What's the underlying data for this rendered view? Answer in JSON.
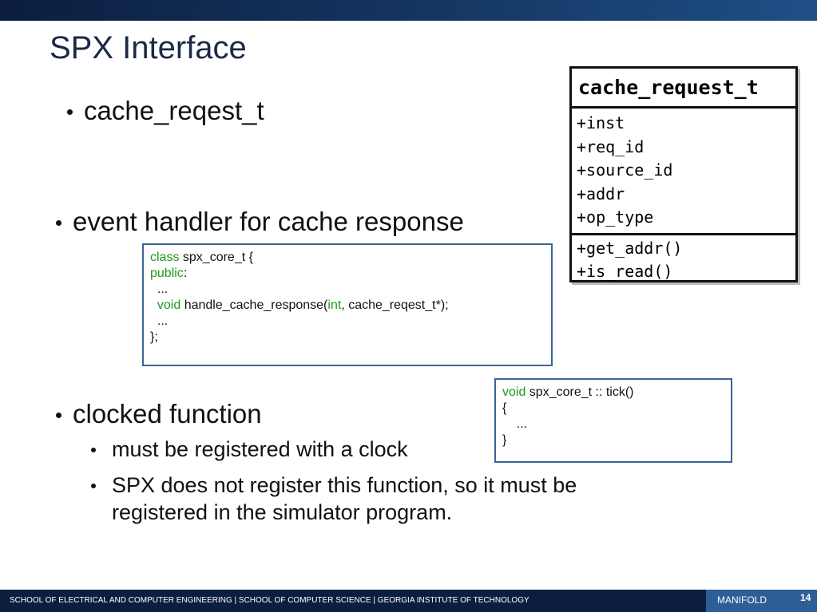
{
  "slide": {
    "title": "SPX Interface",
    "bullets": [
      "cache_reqest_t",
      "event handler for cache response",
      "clocked function"
    ],
    "sub_bullets": [
      "must be registered with a clock",
      "SPX does not register this function, so it must be",
      "registered in the simulator program."
    ]
  },
  "code1": {
    "kw_class": "class",
    "l1_rest": " spx_core_t {",
    "kw_public": "public",
    "l2_rest": ":",
    "l3": "  ...",
    "kw_void": "void",
    "l4_mid": " handle_cache_response(",
    "kw_int": "int",
    "l4_rest": ", cache_reqest_t*);",
    "l5": "  ...",
    "l6": "};"
  },
  "code2": {
    "kw_void": "void",
    "l1_rest": " spx_core_t :: tick()",
    "l2": "{",
    "l3": "    ...",
    "l4": "}"
  },
  "uml": {
    "class_name": "cache_request_t",
    "attributes": [
      "+inst",
      "+req_id",
      "+source_id",
      "+addr",
      "+op_type"
    ],
    "operations": [
      "+get_addr()",
      "+is_read()"
    ]
  },
  "footer": {
    "institution": "SCHOOL OF ELECTRICAL AND COMPUTER ENGINEERING | SCHOOL OF COMPUTER SCIENCE | GEORGIA INSTITUTE OF TECHNOLOGY",
    "project": "MANIFOLD",
    "page": "14"
  },
  "colors": {
    "keyword": "#1a9a1a",
    "header_bar": "#0b1e3f",
    "code_border": "#3a6593",
    "footer_accent": "#2d5f96"
  }
}
